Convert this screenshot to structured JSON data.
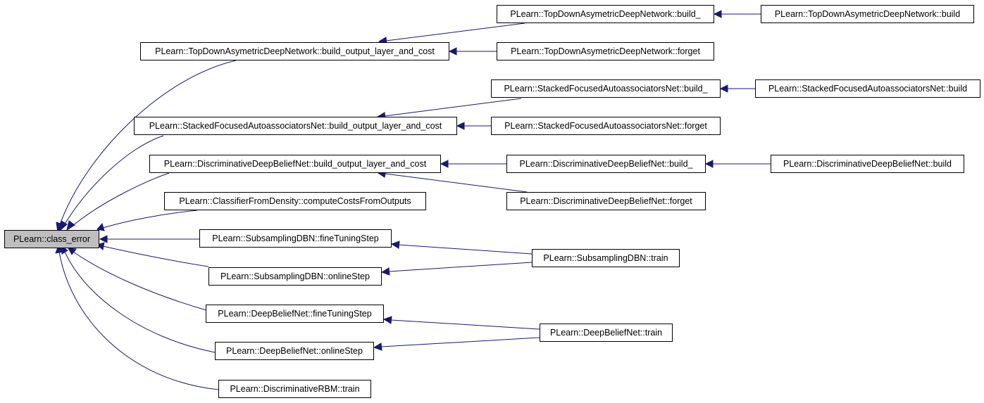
{
  "colors": {
    "edge": "#191970",
    "node_border": "#000000",
    "root_fill": "#bfbfbf",
    "node_fill": "#ffffff"
  },
  "nodes": {
    "class_error": "PLearn::class_error",
    "tdadn_bolc": "PLearn::TopDownAsymetricDeepNetwork::build_output_layer_and_cost",
    "tdadn_build_": "PLearn::TopDownAsymetricDeepNetwork::build_",
    "tdadn_build": "PLearn::TopDownAsymetricDeepNetwork::build",
    "tdadn_forget": "PLearn::TopDownAsymetricDeepNetwork::forget",
    "sfan_bolc": "PLearn::StackedFocusedAutoassociatorsNet::build_output_layer_and_cost",
    "sfan_build_": "PLearn::StackedFocusedAutoassociatorsNet::build_",
    "sfan_build": "PLearn::StackedFocusedAutoassociatorsNet::build",
    "sfan_forget": "PLearn::StackedFocusedAutoassociatorsNet::forget",
    "ddbn_bolc": "PLearn::DiscriminativeDeepBeliefNet::build_output_layer_and_cost",
    "ddbn_build_": "PLearn::DiscriminativeDeepBeliefNet::build_",
    "ddbn_build": "PLearn::DiscriminativeDeepBeliefNet::build",
    "ddbn_forget": "PLearn::DiscriminativeDeepBeliefNet::forget",
    "cfd_ccfo": "PLearn::ClassifierFromDensity::computeCostsFromOutputs",
    "sdbn_fts": "PLearn::SubsamplingDBN::fineTuningStep",
    "sdbn_os": "PLearn::SubsamplingDBN::onlineStep",
    "sdbn_train": "PLearn::SubsamplingDBN::train",
    "dbn_fts": "PLearn::DeepBeliefNet::fineTuningStep",
    "dbn_os": "PLearn::DeepBeliefNet::onlineStep",
    "dbn_train": "PLearn::DeepBeliefNet::train",
    "drbm_train": "PLearn::DiscriminativeRBM::train"
  }
}
